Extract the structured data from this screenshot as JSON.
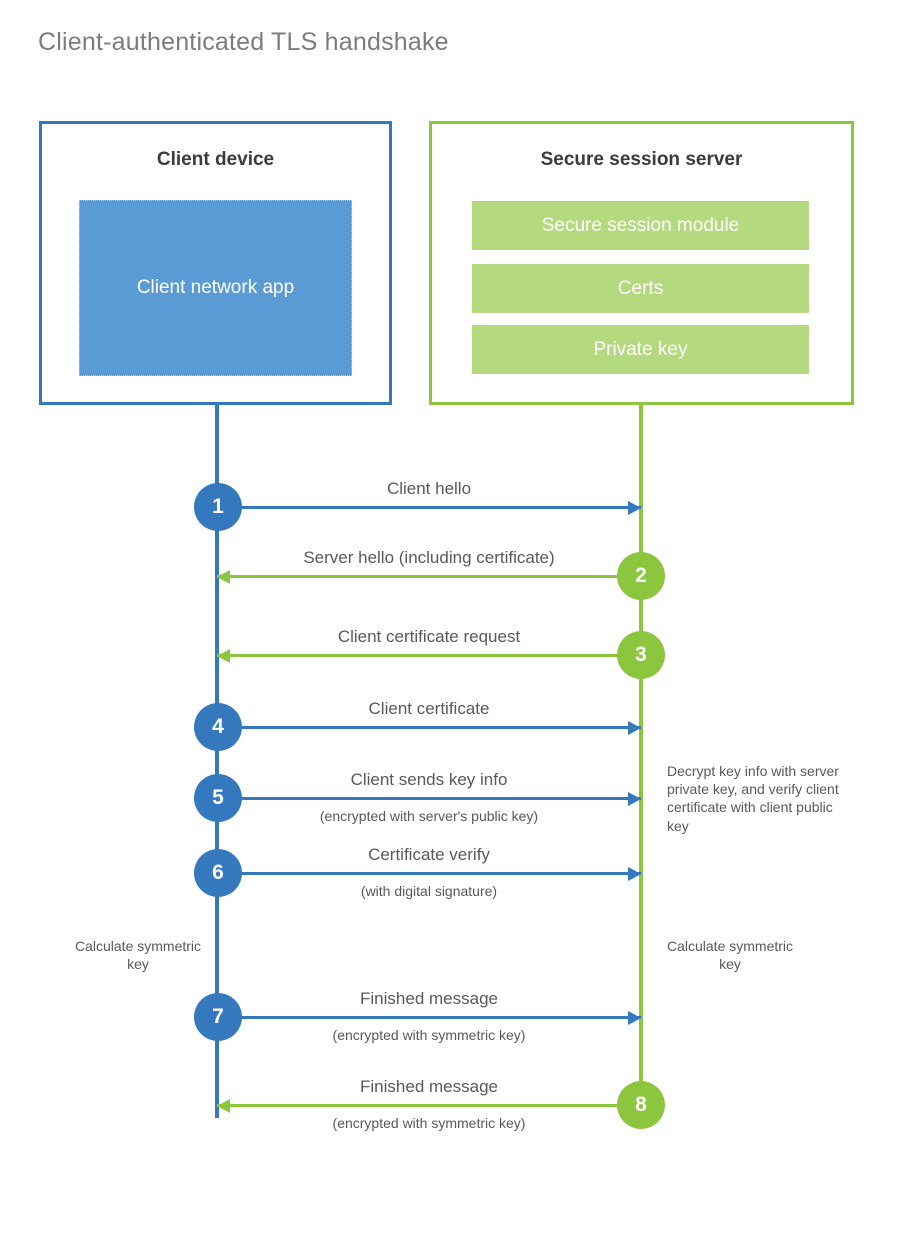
{
  "title": "Client-authenticated TLS handshake",
  "colors": {
    "client_blue": "#3479be",
    "client_app_fill": "#5b9bd5",
    "server_green": "#8cc63f",
    "server_bar_fill": "#b4d97e",
    "text_gray": "#58595b",
    "title_gray": "#7c7c7c",
    "background": "#ffffff"
  },
  "actors": {
    "client": {
      "title": "Client device",
      "app_label": "Client network app"
    },
    "server": {
      "title": "Secure session server",
      "bars": [
        {
          "label": "Secure session module"
        },
        {
          "label": "Certs"
        },
        {
          "label": "Private key"
        }
      ]
    }
  },
  "messages": [
    {
      "step": "1",
      "label": "Client hello",
      "sublabel": "",
      "direction": "client-to-server",
      "color": "blue"
    },
    {
      "step": "2",
      "label": "Server hello (including certificate)",
      "sublabel": "",
      "direction": "server-to-client",
      "color": "green"
    },
    {
      "step": "3",
      "label": "Client certificate request",
      "sublabel": "",
      "direction": "server-to-client",
      "color": "green"
    },
    {
      "step": "4",
      "label": "Client certificate",
      "sublabel": "",
      "direction": "client-to-server",
      "color": "blue"
    },
    {
      "step": "5",
      "label": "Client sends key info",
      "sublabel": "(encrypted with server's public key)",
      "direction": "client-to-server",
      "color": "blue"
    },
    {
      "step": "6",
      "label": "Certificate verify",
      "sublabel": "(with digital signature)",
      "direction": "client-to-server",
      "color": "blue"
    },
    {
      "step": "7",
      "label": "Finished message",
      "sublabel": "(encrypted with symmetric key)",
      "direction": "client-to-server",
      "color": "blue"
    },
    {
      "step": "8",
      "label": "Finished message",
      "sublabel": "(encrypted with symmetric key)",
      "direction": "server-to-client",
      "color": "green"
    }
  ],
  "notes": {
    "decrypt": "Decrypt key info with server private key, and verify client certificate with client public key",
    "calculate_client": "Calculate symmetric key",
    "calculate_server": "Calculate symmetric key"
  }
}
